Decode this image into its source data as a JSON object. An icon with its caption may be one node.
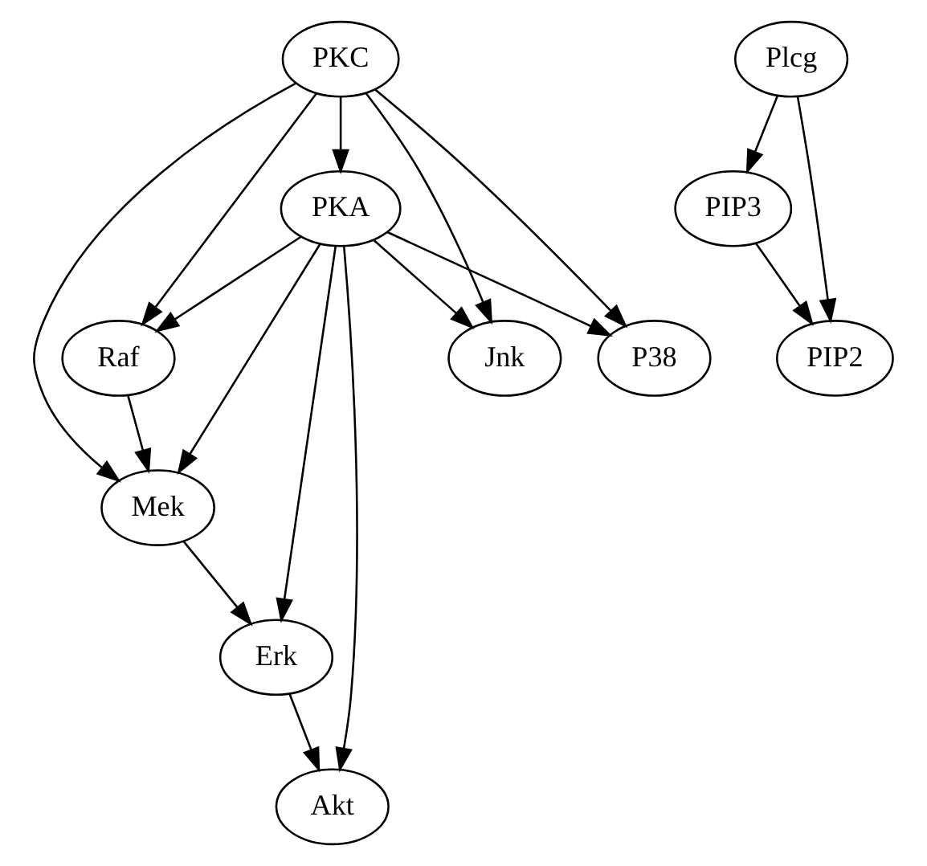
{
  "diagram": {
    "nodes": [
      {
        "text": [
          "PKC"
        ]
      },
      {
        "text": [
          "Plcg"
        ]
      },
      {
        "text": [
          "PKA"
        ]
      },
      {
        "text": [
          "PIP3"
        ]
      },
      {
        "text": [
          "Raf"
        ]
      },
      {
        "text": [
          "Jnk"
        ]
      },
      {
        "text": [
          "P38"
        ]
      },
      {
        "text": [
          "PIP2"
        ]
      },
      {
        "text": [
          "Mek"
        ]
      },
      {
        "text": [
          "Erk"
        ]
      },
      {
        "text": [
          "Akt"
        ]
      }
    ],
    "edges": [
      {
        "from": 0,
        "to": 2,
        "arrow": "to"
      },
      {
        "from": 0,
        "to": 4,
        "arrow": "to"
      },
      {
        "from": 0,
        "to": 8,
        "arrow": "to"
      },
      {
        "from": 0,
        "to": 5,
        "arrow": "to"
      },
      {
        "from": 0,
        "to": 6,
        "arrow": "to"
      },
      {
        "from": 2,
        "to": 4,
        "arrow": "to"
      },
      {
        "from": 2,
        "to": 8,
        "arrow": "to"
      },
      {
        "from": 2,
        "to": 9,
        "arrow": "to"
      },
      {
        "from": 2,
        "to": 10,
        "arrow": "to"
      },
      {
        "from": 2,
        "to": 5,
        "arrow": "to"
      },
      {
        "from": 2,
        "to": 6,
        "arrow": "to"
      },
      {
        "from": 4,
        "to": 8,
        "arrow": "to"
      },
      {
        "from": 8,
        "to": 9,
        "arrow": "to"
      },
      {
        "from": 9,
        "to": 10,
        "arrow": "to"
      },
      {
        "from": 1,
        "to": 3,
        "arrow": "to"
      },
      {
        "from": 1,
        "to": 7,
        "arrow": "to"
      },
      {
        "from": 3,
        "to": 7,
        "arrow": "to"
      }
    ]
  }
}
